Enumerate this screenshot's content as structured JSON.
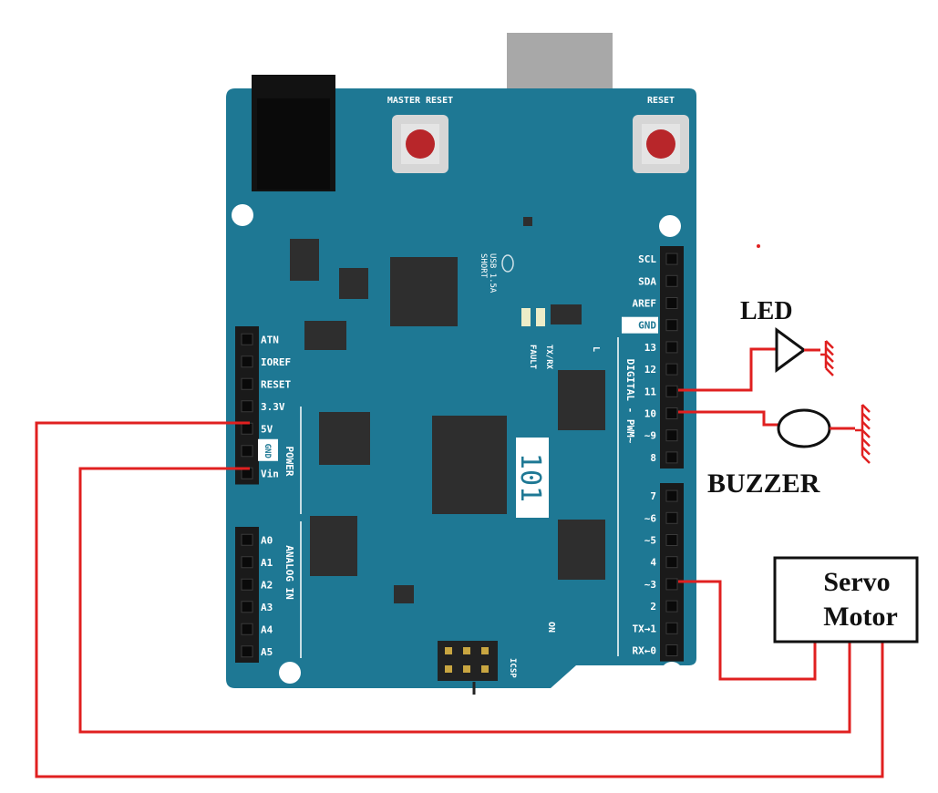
{
  "board": {
    "color": "#1e7894",
    "buttons": {
      "master_reset": "MASTER RESET",
      "reset": "RESET"
    },
    "usb_text": {
      "line1": "USB 1.5A",
      "line2": "SHORT"
    },
    "fault_label": "FAULT",
    "txrx_label": "TX/RX",
    "l_label": "L",
    "model": "101",
    "on_label": "ON",
    "icsp_label": "ICSP",
    "power_label": "POWER",
    "analog_label": "ANALOG IN",
    "digital_label": "DIGITAL - PWM~",
    "left_power_pins": [
      "ATN",
      "IOREF",
      "RESET",
      "3.3V",
      "5V",
      "GND",
      "Vin"
    ],
    "left_analog_pins": [
      "A0",
      "A1",
      "A2",
      "A3",
      "A4",
      "A5"
    ],
    "right_top_pins": [
      "SCL",
      "SDA",
      "AREF",
      "GND",
      "13",
      "12",
      "11",
      "10",
      "~9",
      "8"
    ],
    "right_bottom_pins": [
      "7",
      "~6",
      "~5",
      "4",
      "~3",
      "2",
      "TX→1",
      "RX←0"
    ]
  },
  "components": {
    "led": "LED",
    "buzzer": "BUZZER",
    "servo_line1": "Servo",
    "servo_line2": "Motor"
  },
  "wire_color": "#e02020"
}
